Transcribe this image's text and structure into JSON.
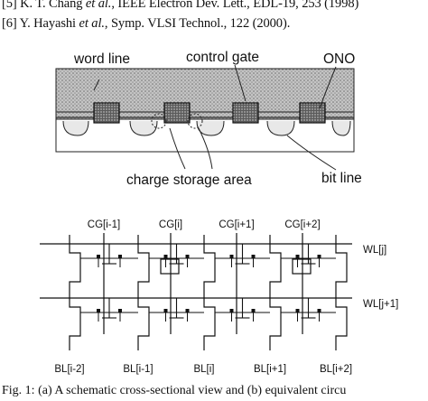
{
  "references": [
    {
      "num": "[5]",
      "authors": "K. T. Chang",
      "etal": "et al.",
      "rest": ", IEEE Electron Dev. Lett., EDL-19, 253 (1998)"
    },
    {
      "num": "[6]",
      "authors": "Y. Hayashi",
      "etal": "et al.",
      "rest": ", Symp. VLSI Technol., 122 (2000)."
    }
  ],
  "figure_a": {
    "labels": {
      "word_line": "word line",
      "control_gate": "control gate",
      "ono": "ONO",
      "charge_storage_area": "charge storage area",
      "bit_line": "bit line"
    }
  },
  "figure_b": {
    "cg_labels": [
      "CG[i-1]",
      "CG[i]",
      "CG[i+1]",
      "CG[i+2]"
    ],
    "wl_labels": [
      "WL[j]",
      "WL[j+1]"
    ],
    "bl_labels": [
      "BL[i-2]",
      "BL[i-1]",
      "BL[i]",
      "BL[i+1]",
      "BL[i+2]"
    ]
  },
  "caption": "Fig. 1: (a) A schematic cross-sectional view and (b) equivalent circu"
}
